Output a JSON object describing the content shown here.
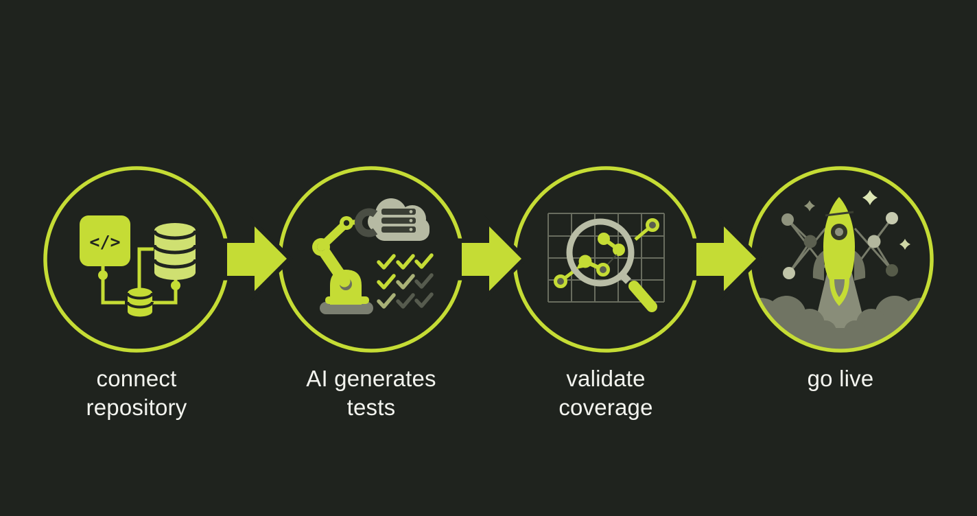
{
  "diagram": {
    "type": "process-flow",
    "background_color": "#1f231e",
    "accent_color": "#c5dc35",
    "pale_accent_color": "#cfe071",
    "sage_color": "#b6baa3",
    "smoke_color": "#707463",
    "dark_gray_color": "#565b4e",
    "text_color": "#f3f4ef",
    "connector_shape": "right-block-arrow",
    "connector_count": 3,
    "steps": [
      {
        "name": "connect repository",
        "label_line1": "connect",
        "label_line2": "repository",
        "icon": "code-and-database-icon",
        "code_glyph": "</>"
      },
      {
        "name": "AI generates tests",
        "label_line1": "AI generates",
        "label_line2": "tests",
        "icon": "robot-arm-cloud-checklist-icon"
      },
      {
        "name": "validate coverage",
        "label_line1": "validate",
        "label_line2": "coverage",
        "icon": "magnifier-over-chart-icon"
      },
      {
        "name": "go live",
        "label_line1": "go live",
        "label_line2": "",
        "icon": "rocket-launch-icon"
      }
    ]
  }
}
